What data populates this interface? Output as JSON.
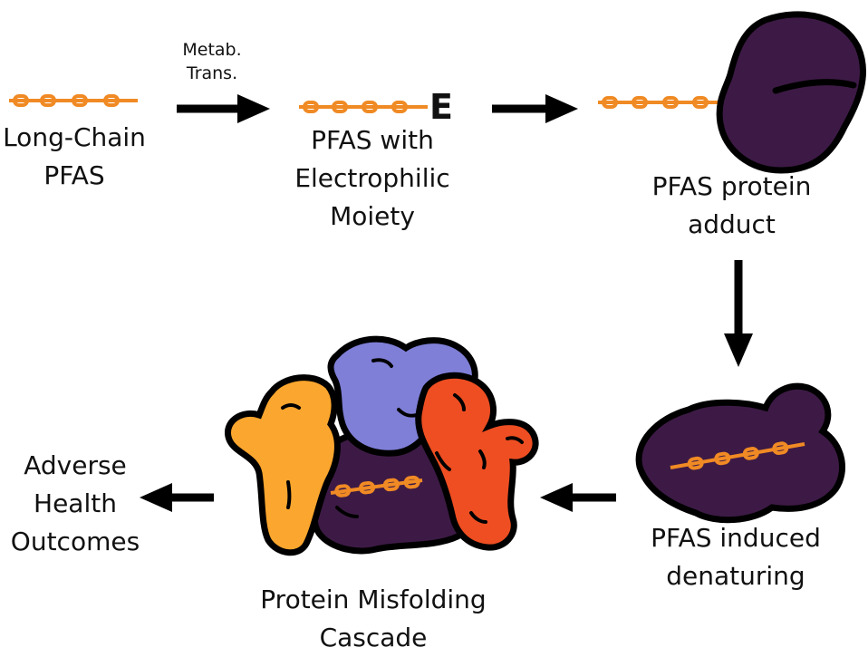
{
  "diagram": {
    "arrow_note": {
      "line1": "Metab.",
      "line2": "Trans."
    },
    "steps": {
      "long_chain": {
        "line1": "Long-Chain",
        "line2": "PFAS"
      },
      "electrophilic": {
        "line1": "PFAS with",
        "line2": "Electrophilic",
        "line3": "Moiety",
        "marker": "E"
      },
      "adduct": {
        "line1": "PFAS protein",
        "line2": "adduct"
      },
      "denaturing": {
        "line1": "PFAS induced",
        "line2": "denaturing"
      },
      "misfolding": {
        "line1": "Protein Misfolding",
        "line2": "Cascade"
      },
      "outcomes": {
        "line1": "Adverse",
        "line2": "Health",
        "line3": "Outcomes"
      }
    },
    "colors": {
      "chain": "#f08a24",
      "protein_dark": "#3d1a45",
      "protein_violet": "#7f7fd8",
      "protein_orange": "#fba62e",
      "protein_red": "#ee4e22",
      "arrow": "#000000"
    }
  }
}
